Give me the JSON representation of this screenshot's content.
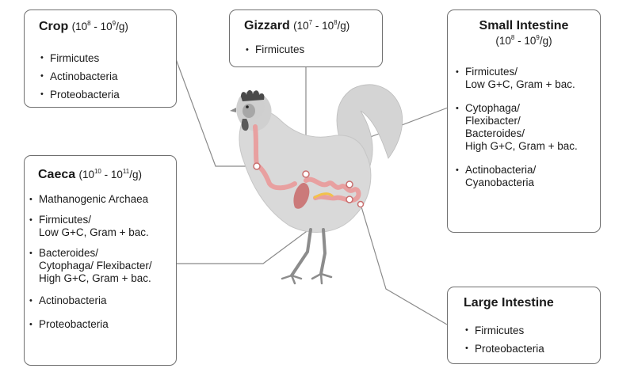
{
  "crop": {
    "name": "Crop",
    "range_open": "(10",
    "exp1": "8",
    "range_mid": " - 10",
    "exp2": "9",
    "range_close": "/g)",
    "items": [
      "Firmicutes",
      "Actinobacteria",
      "Proteobacteria"
    ]
  },
  "gizzard": {
    "name": "Gizzard",
    "range_open": "(10",
    "exp1": "7",
    "range_mid": " - 10",
    "exp2": "8",
    "range_close": "/g)",
    "items": [
      "Firmicutes"
    ]
  },
  "small_intestine": {
    "name": "Small Intestine",
    "range_open": "(10",
    "exp1": "8",
    "range_mid": " - 10",
    "exp2": "9",
    "range_close": "/g)",
    "items": [
      "Firmicutes/\nLow G+C, Gram + bac.",
      "Cytophaga/\nFlexibacter/\nBacteroides/\nHigh G+C, Gram + bac.",
      "Actinobacteria/\nCyanobacteria"
    ]
  },
  "caeca": {
    "name": "Caeca",
    "range_open": "(10",
    "exp1": "10",
    "range_mid": " - 10",
    "exp2": "11",
    "range_close": "/g)",
    "items": [
      "Mathanogenic Archaea",
      "Firmicutes/\nLow G+C, Gram + bac.",
      "Bacteroides/\nCytophaga/ Flexibacter/\nHigh G+C, Gram + bac.",
      "Actinobacteria",
      "Proteobacteria"
    ]
  },
  "large_intestine": {
    "name": "Large Intestine",
    "items": [
      "Firmicutes",
      "Proteobacteria"
    ]
  },
  "colors": {
    "border": "#6f6f6f",
    "leader_line": "#8a8a8a",
    "chicken_body": "#d9d9d9",
    "comb": "#4a4a4a",
    "gut": "#e8a0a0",
    "gut_outline": "#c96f6f"
  }
}
